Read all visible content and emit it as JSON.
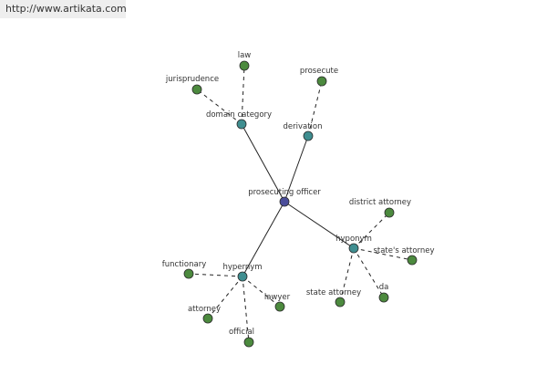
{
  "url": "http://www.artikata.com",
  "colors": {
    "center_node": "#4a4d9a",
    "relation_node": "#3f8e90",
    "leaf_node": "#4c8a3e",
    "edge": "#222222"
  },
  "graph": {
    "center": {
      "id": "center",
      "label": "prosecuting officer"
    },
    "relations": [
      {
        "id": "domain",
        "label": "domain category",
        "leaves": [
          {
            "id": "law",
            "label": "law"
          },
          {
            "id": "jurisprudence",
            "label": "jurisprudence"
          }
        ]
      },
      {
        "id": "derivation",
        "label": "derivation",
        "leaves": [
          {
            "id": "prosecute",
            "label": "prosecute"
          }
        ]
      },
      {
        "id": "hyponym",
        "label": "hyponym",
        "leaves": [
          {
            "id": "district-attorney",
            "label": "district attorney"
          },
          {
            "id": "states-attorney",
            "label": "state's attorney"
          },
          {
            "id": "da",
            "label": "da"
          },
          {
            "id": "state-attorney",
            "label": "state attorney"
          }
        ]
      },
      {
        "id": "hypernym",
        "label": "hypernym",
        "leaves": [
          {
            "id": "functionary",
            "label": "functionary"
          },
          {
            "id": "lawyer",
            "label": "lawyer"
          },
          {
            "id": "attorney",
            "label": "attorney"
          },
          {
            "id": "official",
            "label": "official"
          }
        ]
      }
    ]
  }
}
